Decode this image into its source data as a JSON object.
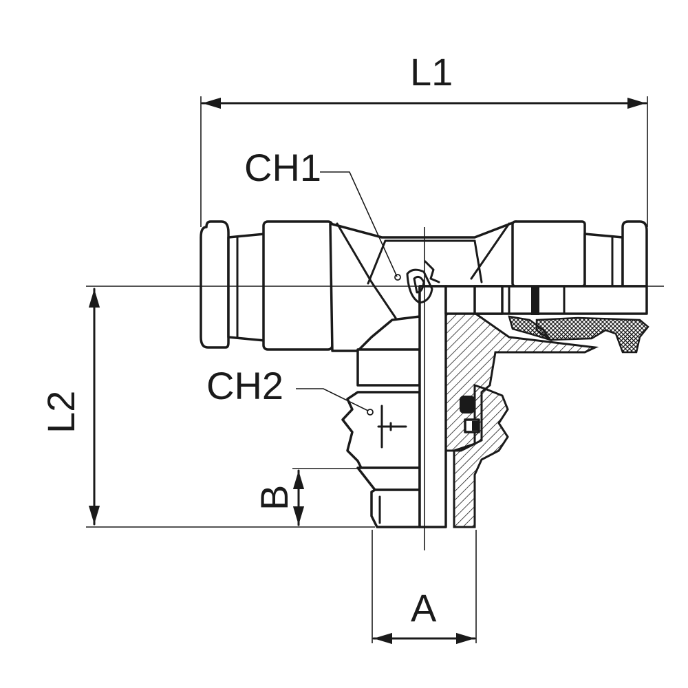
{
  "labels": {
    "l1": "L1",
    "l2": "L2",
    "ch1": "CH1",
    "ch2": "CH2",
    "b": "B",
    "a": "A"
  },
  "colors": {
    "ink": "#1a1a1a",
    "background": "#ffffff"
  }
}
